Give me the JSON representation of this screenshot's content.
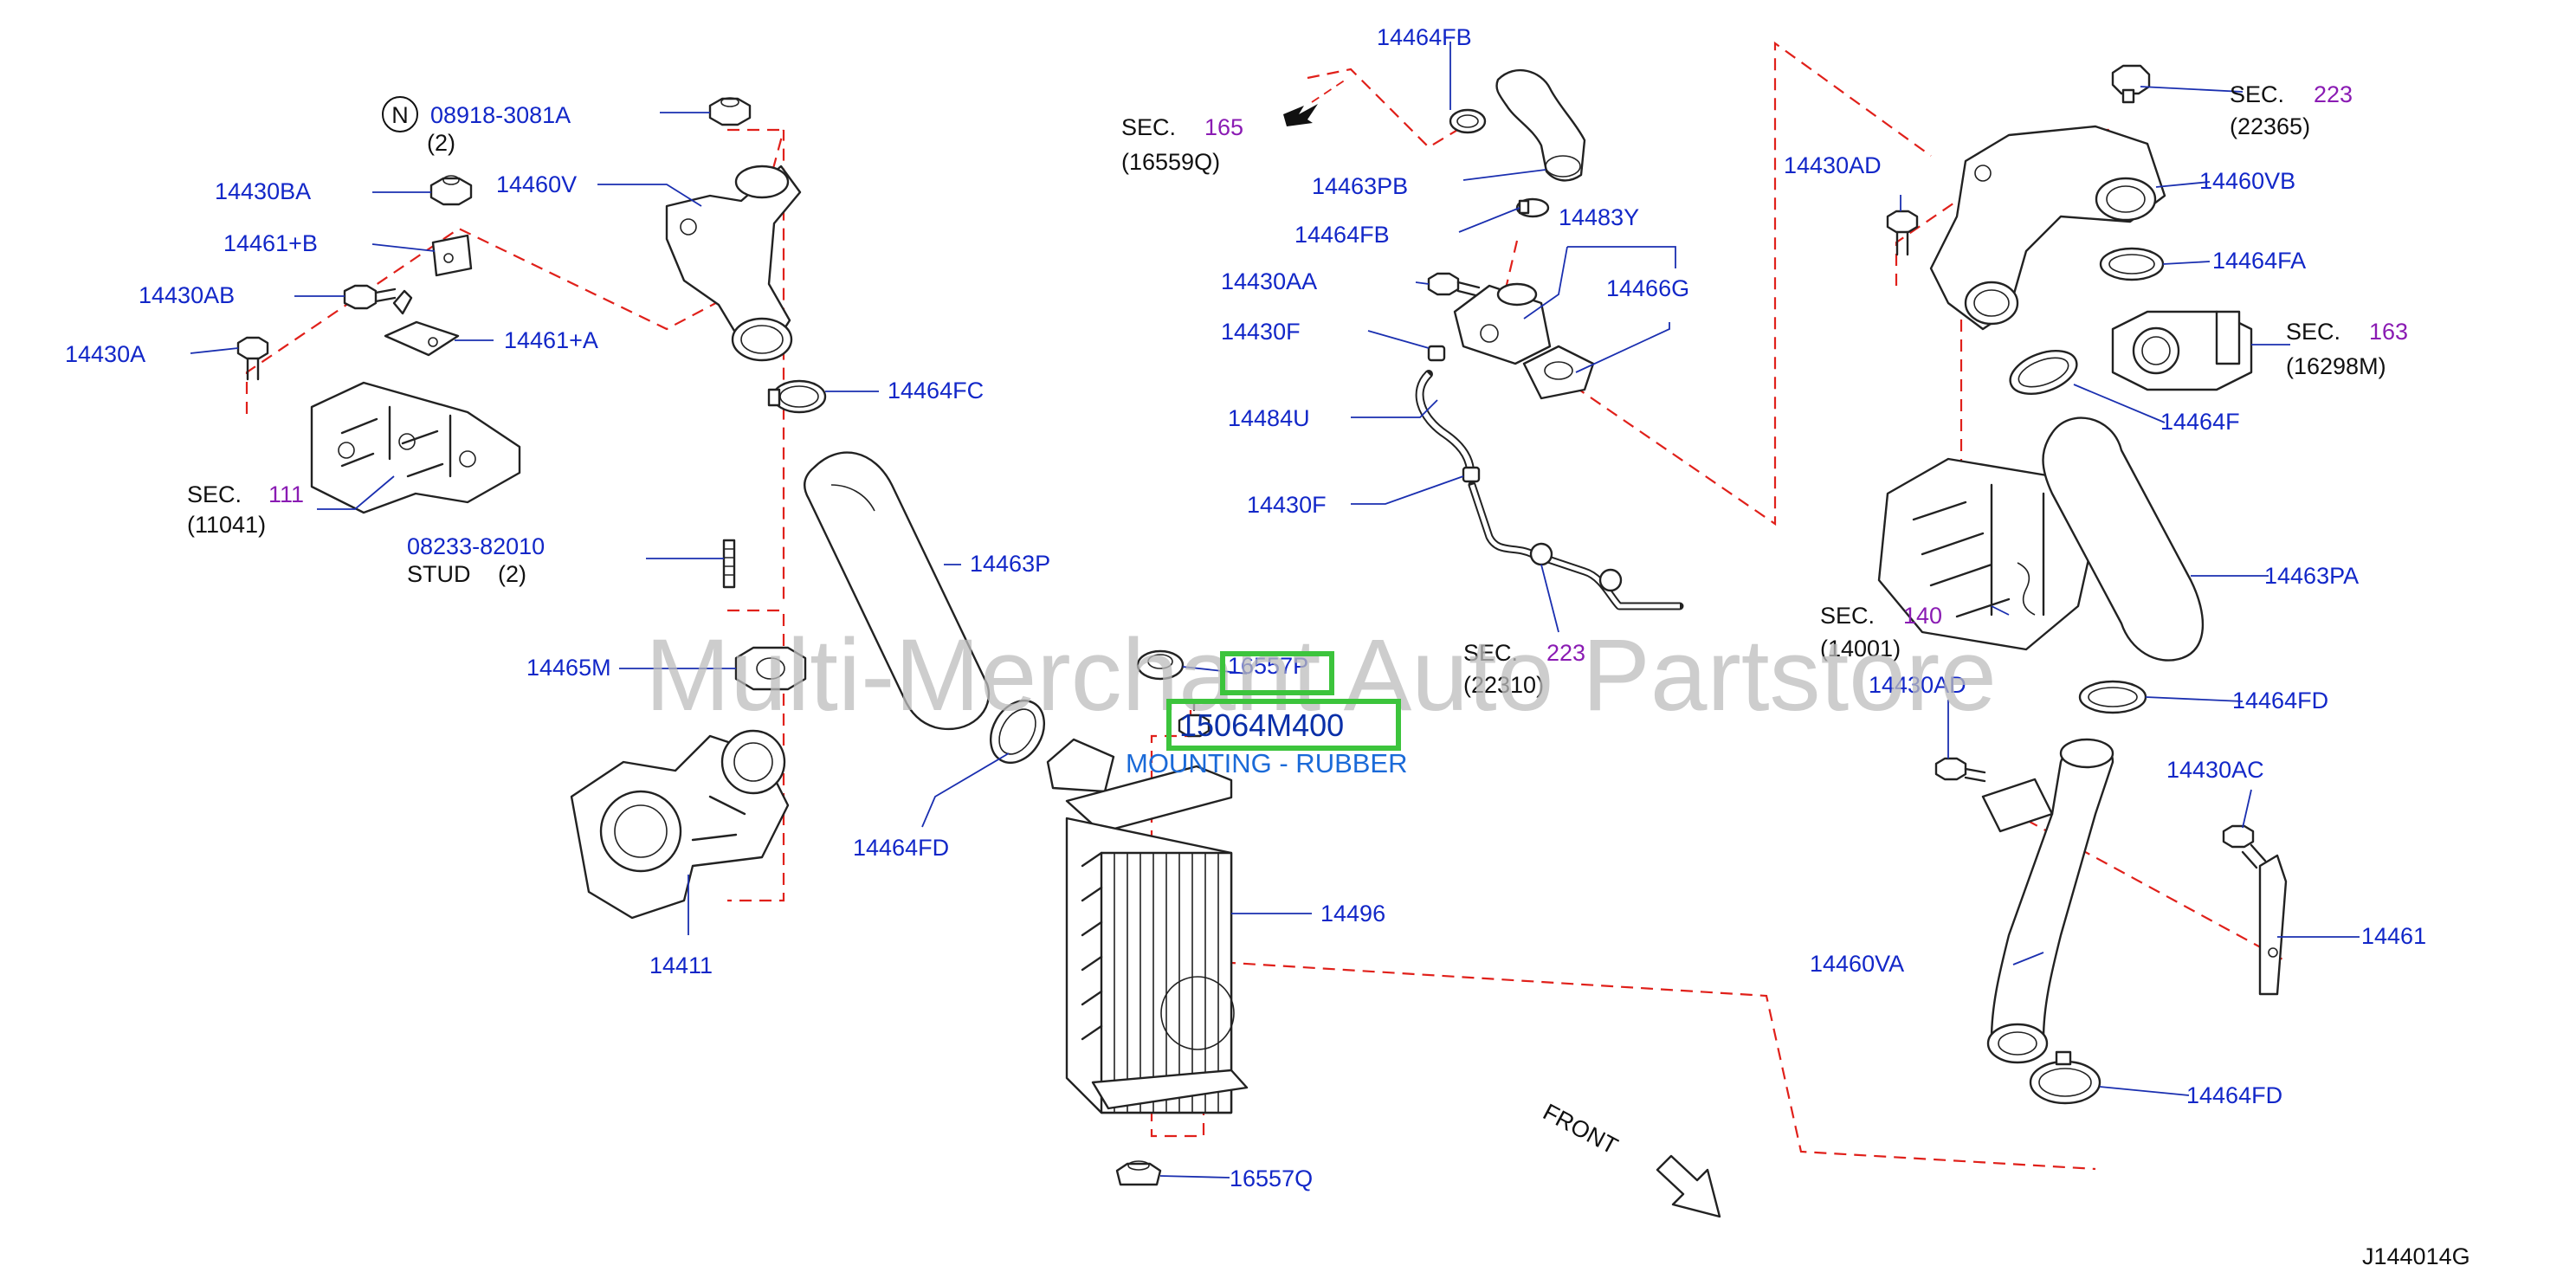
{
  "watermark": "Multi-Merchant Auto Partstore",
  "diagram_code": "J144014G",
  "front_label": "FRONT",
  "highlight": {
    "part_number": "15064M400",
    "description": "MOUNTING - RUBBER"
  },
  "n_mark": "N",
  "labels": {
    "p08918": "08918-3081A",
    "p08918_qty": "(2)",
    "p14430BA": "14430BA",
    "p14461B": "14461+B",
    "p14430AB": "14430AB",
    "p14430A": "14430A",
    "p14461A": "14461+A",
    "p14460V": "14460V",
    "p14464FC": "14464FC",
    "sec_word": "SEC.",
    "sec111": "111",
    "sec111_sub": "(11041)",
    "p08233": "08233-82010",
    "stud": "STUD",
    "stud_qty": "(2)",
    "p14463P": "14463P",
    "p14465M": "14465M",
    "p14464FD_l": "14464FD",
    "p14411": "14411",
    "p14464FB_t": "14464FB",
    "sec165": "165",
    "sec165_sub": "(16559Q)",
    "p14463PB": "14463PB",
    "p14464FB_m": "14464FB",
    "p14483Y": "14483Y",
    "p14430AA": "14430AA",
    "p14466G": "14466G",
    "p14430F_a": "14430F",
    "p14484U": "14484U",
    "p14430F_b": "14430F",
    "sec223_m": "223",
    "sec223_m_sub": "(22310)",
    "p16557P": "16557P",
    "p14496": "14496",
    "p16557Q": "16557Q",
    "p14430AD_t": "14430AD",
    "sec223_r": "223",
    "sec223_r_sub": "(22365)",
    "p14460VB": "14460VB",
    "p14464FA": "14464FA",
    "sec163": "163",
    "sec163_sub": "(16298M)",
    "p14464F": "14464F",
    "p14463PA": "14463PA",
    "sec140": "140",
    "sec140_sub": "(14001)",
    "p14430AD_b": "14430AD",
    "p14464FD_r": "14464FD",
    "p14430AC": "14430AC",
    "p14461": "14461",
    "p14460VA": "14460VA",
    "p14464FD_b": "14464FD"
  }
}
